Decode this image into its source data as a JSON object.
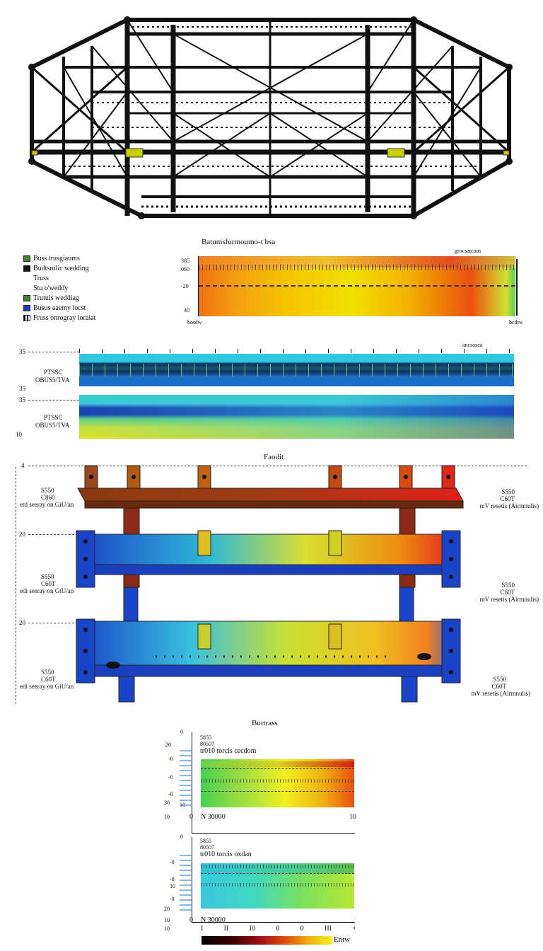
{
  "legend": {
    "items": [
      {
        "label": "Buss trusgiaums",
        "color": "#3a8a2a"
      },
      {
        "label": "Budtsrolic wedding",
        "color": "#111111"
      },
      {
        "label": "Truss",
        "color": "#ffffff"
      },
      {
        "label": "Stu o'weddy",
        "color": "#ffffff"
      },
      {
        "label": "Trutuis weddiag",
        "color": "#3a8a2a"
      },
      {
        "label": "Busus aaemy locst",
        "color": "#1e3cb4"
      },
      {
        "label": "Fruss onrogray loraiat",
        "color": "#ffffff"
      }
    ]
  },
  "heatmap1": {
    "title": "Batumsfurmoumo-t bsa",
    "top_right": "grocsatcaus",
    "y_labels": [
      "385",
      ".060",
      "-20",
      "40"
    ],
    "bottom_left": "boofw",
    "bottom_right": "bcthw"
  },
  "heatmap2": {
    "top_right": "ancsosca",
    "left_labels_a": [
      "35",
      "PTSSC",
      "OBUS5/TVA",
      "35"
    ],
    "left_labels_b": [
      "35",
      "PTSSC",
      "OBUS5/TVA",
      "10"
    ]
  },
  "frame": {
    "title": "Faodit",
    "level_labels": [
      "4",
      "20",
      "20"
    ],
    "left_notes": [
      {
        "v1": "S550",
        "v2": "C860",
        "text": "etd seeray on GiU/an"
      },
      {
        "v1": "S550",
        "v2": "C60T",
        "text": "edi seeray on GtU/an"
      },
      {
        "v1": "S550",
        "v2": "C60T",
        "text": "edi seeray on GiU/an"
      }
    ],
    "right_notes": [
      {
        "v1": "S550",
        "v2": "C60T",
        "text": "mV resetis (Airmnulis)"
      },
      {
        "v1": "S550",
        "v2": "C60T",
        "text": "mV resetis (Airmnulis)"
      },
      {
        "v1": "S550",
        "v2": "C60T",
        "text": "mV resetis (Airmnulis)"
      }
    ]
  },
  "bottom_chart": {
    "title": "Burtrass",
    "panel1": {
      "y_labels": [
        "0",
        "20",
        "-0",
        "-0",
        "-0",
        "10",
        "30",
        "10"
      ],
      "note_lines": [
        "5855",
        "80507",
        "tr010 torcis cecdom"
      ],
      "x_left": "0",
      "x_label": "N 30000",
      "x_right": "10"
    },
    "panel2": {
      "y_labels": [
        "0",
        "-0",
        "-0",
        "10",
        "-0",
        "20",
        "10",
        "10"
      ],
      "note_lines": [
        "5855",
        "80507",
        "tr010 torcis oxdan"
      ],
      "x_left": "0",
      "x_label": "N 30000",
      "x_ticks": [
        "I",
        "II",
        "I0",
        "0",
        "0",
        "III",
        "+"
      ]
    },
    "colorbar_label": "Entw"
  }
}
